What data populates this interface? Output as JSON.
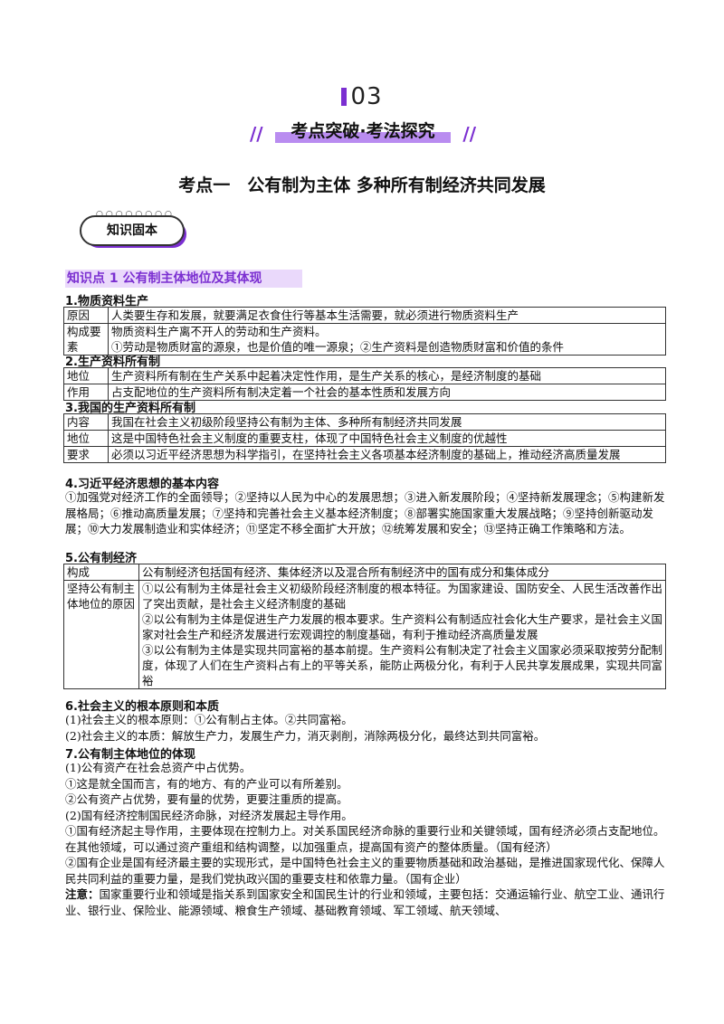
{
  "section": {
    "number": "03",
    "banner": "考点突破·考法探究"
  },
  "title": "考点一　公有制为主体 多种所有制经济共同发展",
  "tag": "知识固本",
  "point1": "知识点 1  公有制主体地位及其体现",
  "h1": "1.物质资料生产",
  "t1": [
    [
      "原因",
      "人类要生存和发展，就要满足衣食住行等基本生活需要，就必须进行物质资料生产"
    ],
    [
      "构成要素",
      "物质资料生产离不开人的劳动和生产资料。\n①劳动是物质财富的源泉，也是价值的唯一源泉；②生产资料是创造物质财富和价值的条件"
    ]
  ],
  "h2": "2.生产资料所有制",
  "t2": [
    [
      "地位",
      "生产资料所有制在生产关系中起着决定性作用，是生产关系的核心，是经济制度的基础"
    ],
    [
      "作用",
      "占支配地位的生产资料所有制决定着一个社会的基本性质和发展方向"
    ]
  ],
  "h3": "3.我国的生产资料所有制",
  "t3": [
    [
      "内容",
      "我国在社会主义初级阶段坚持公有制为主体、多种所有制经济共同发展"
    ],
    [
      "地位",
      "这是中国特色社会主义制度的重要支柱，体现了中国特色社会主义制度的优越性"
    ],
    [
      "要求",
      "必须以习近平经济思想为科学指引，在坚持社会主义各项基本经济制度的基础上，推动经济高质量发展"
    ]
  ],
  "h4": "4.习近平经济思想的基本内容",
  "p4": "①加强党对经济工作的全面领导；②坚持以人民为中心的发展思想；③进入新发展阶段；④坚持新发展理念；⑤构建新发展格局；⑥推动高质量发展；⑦坚持和完善社会主义基本经济制度；⑧部署实施国家重大发展战略；⑨坚持创新驱动发展；⑩大力发展制造业和实体经济；⑪坚定不移全面扩大开放；⑫统筹发展和安全；⑬坚持正确工作策略和方法。",
  "h5": "5.公有制经济",
  "t5": [
    [
      "构成",
      "公有制经济包括国有经济、集体经济以及混合所有制经济中的国有成分和集体成分"
    ],
    [
      "坚持公有制主体地位的原因",
      "①以公有制为主体是社会主义初级阶段经济制度的根本特征。为国家建设、国防安全、人民生活改善作出了突出贡献，是社会主义经济制度的基础\n②以公有制为主体是促进生产力发展的根本要求。生产资料公有制适应社会化大生产要求，是社会主义国家对社会生产和经济发展进行宏观调控的制度基础，有利于推动经济高质量发展\n③以公有制为主体是实现共同富裕的基本前提。生产资料公有制决定了社会主义国家必须采取按劳分配制度，体现了人们在生产资料占有上的平等关系，能防止两极分化，有利于人民共享发展成果，实现共同富裕"
    ]
  ],
  "h6": "6.社会主义的根本原则和本质",
  "p6": [
    "(1)社会主义的根本原则：①公有制占主体。②共同富裕。",
    "(2)社会主义的本质：解放生产力，发展生产力，消灭剥削，消除两极分化，最终达到共同富裕。"
  ],
  "h7": "7.公有制主体地位的体现",
  "p7": [
    "(1)公有资产在社会总资产中占优势。",
    "①这是就全国而言，有的地方、有的产业可以有所差别。",
    "②公有资产占优势，要有量的优势，更要注重质的提高。",
    "(2)国有经济控制国民经济命脉，对经济发展起主导作用。",
    "①国有经济起主导作用，主要体现在控制力上。对关系国民经济命脉的重要行业和关键领域，国有经济必须占支配地位。在其他领域，可以通过资产重组和结构调整，以加强重点，提高国有资产的整体质量。（国有经济）",
    "②国有企业是国有经济最主要的实现形式，是中国特色社会主义的重要物质基础和政治基础，是推进国家现代化、保障人民共同利益的重要力量，是我们党执政兴国的重要支柱和依靠力量。（国有企业）"
  ],
  "note_label": "注意：",
  "note": "国家重要行业和领域是指关系到国家安全和国民生计的行业和领域，主要包括：交通运输行业、航空工业、通讯行业、银行业、保险业、能源领域、粮食生产领域、基础教育领域、军工领域、航天领域、"
}
